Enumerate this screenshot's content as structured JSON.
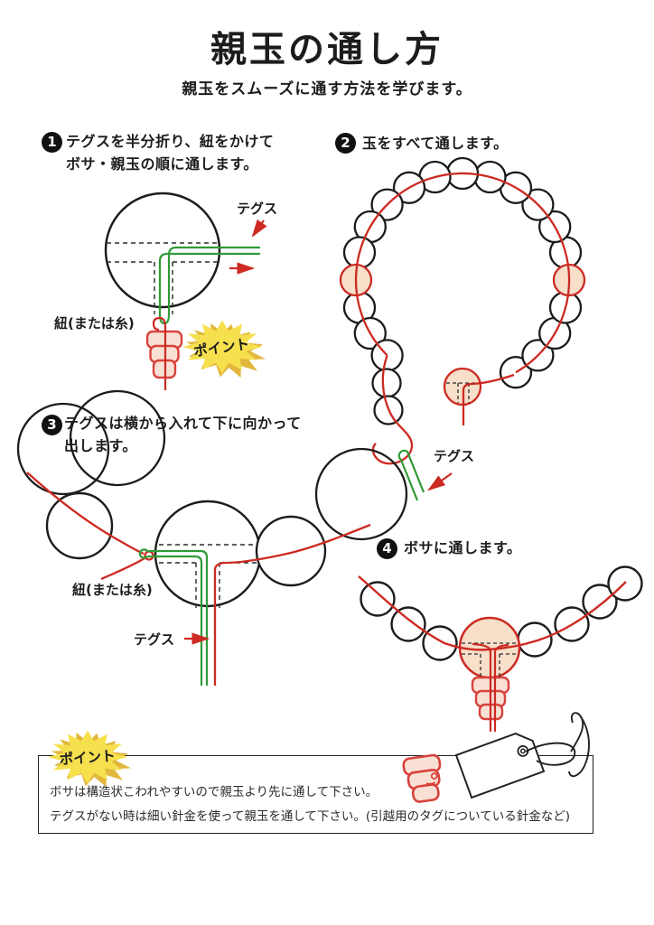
{
  "title": "親玉の通し方",
  "subtitle": "親玉をスムーズに通す方法を学びます。",
  "steps": [
    {
      "num": "1",
      "line1": "テグスを半分折り、紐をかけて",
      "line2": "ボサ・親玉の順に通します。"
    },
    {
      "num": "2",
      "line1": "玉をすべて通します。"
    },
    {
      "num": "3",
      "line1": "テグスは横から入れて下に向かって",
      "line2": "出します。"
    },
    {
      "num": "4",
      "line1": "ボサに通します。"
    }
  ],
  "labels": {
    "tegusu": "テグス",
    "himo": "紐(または糸)",
    "point": "ポイント"
  },
  "note_box": {
    "badge": "ポイント",
    "line1": "ボサは構造状こわれやすいので親玉より先に通して下さい。",
    "line2": "テグスがない時は細い針金を使って親玉を通して下さい。(引越用のタグについている針金など)"
  },
  "colors": {
    "thread_red": "#cc2a22",
    "tegusu_green": "#2f9b35",
    "bead_fill": "#f7dfca",
    "starburst_yellow": "#f6e04e",
    "starburst_gold": "#e2b73d",
    "bosa_red": "#d8423c"
  }
}
